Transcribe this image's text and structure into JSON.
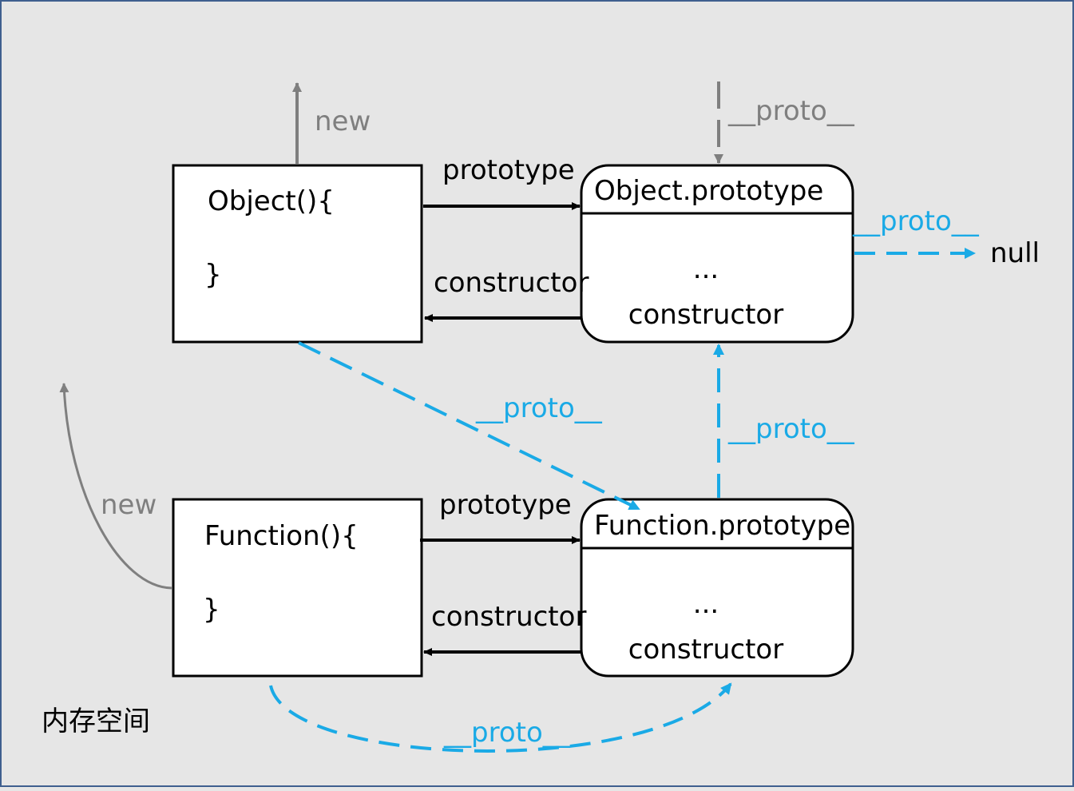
{
  "nodes": {
    "object_fn": {
      "line1": "Object(){",
      "line2": "}"
    },
    "function_fn": {
      "line1": "Function(){",
      "line2": "}"
    },
    "object_proto": {
      "title": "Object.prototype",
      "dots": "...",
      "body": "constructor"
    },
    "function_proto": {
      "title": "Function.prototype",
      "dots": "...",
      "body": "constructor"
    }
  },
  "edges": {
    "object_new": "new",
    "object_proto_in": "__proto__",
    "object_prototype": "prototype",
    "object_constructor": "constructor",
    "object_proto_to_null": "__proto__",
    "null_label": "null",
    "object_fn_proto": "__proto__",
    "function_proto_up": "__proto__",
    "function_new": "new",
    "function_prototype": "prototype",
    "function_constructor": "constructor",
    "function_fn_proto": "__proto__"
  },
  "memory_label": "内存空间",
  "colors": {
    "background": "#e6e6e6",
    "border": "#3f5f8f",
    "proto_blue": "#1aaae6",
    "gray_arrow": "#7f7f7f",
    "black": "#000000"
  }
}
